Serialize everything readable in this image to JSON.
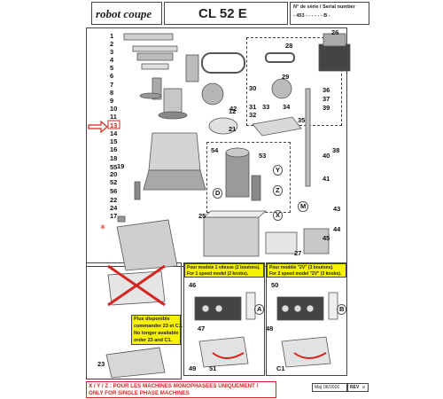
{
  "header": {
    "brand": "robot coupe",
    "model": "CL 52 E",
    "serial_title": "N° de série / Serial number",
    "serial_value": "- 453 - - - - - - B -"
  },
  "parts_left": [
    "1",
    "2",
    "3",
    "4",
    "5",
    "6",
    "7",
    "8",
    "9",
    "10",
    "11",
    "12",
    "13",
    "14",
    "15",
    "16",
    "17",
    "18",
    "19",
    "20",
    "21",
    "22",
    "23",
    "24",
    "25"
  ],
  "parts_right": [
    "26",
    "27",
    "28",
    "29",
    "30",
    "31",
    "32",
    "33",
    "34",
    "35",
    "36",
    "37",
    "38",
    "39",
    "40",
    "41",
    "42",
    "43",
    "44",
    "45",
    "46",
    "47",
    "48",
    "49",
    "50",
    "51",
    "52",
    "53",
    "54",
    "55",
    "56"
  ],
  "letters": [
    "Y",
    "Z",
    "D",
    "X",
    "M",
    "A",
    "B",
    "C1"
  ],
  "warning_box": {
    "line1": "Plus disponible",
    "line2": "commander 23 et C1.",
    "line3": "No longer available",
    "line4": "order 23 and C1."
  },
  "single_speed": {
    "fr": "Pour modèle 1 vitesse (2 boutons).",
    "en": "For 1 speed model (2 knobs)."
  },
  "two_speed": {
    "fr": "Pour modèle \"2V\" (3 boutons).",
    "en": "For 2 speed model \"2V\" (3 knobs)."
  },
  "footer": {
    "note_fr": "X / Y / Z : POUR LES MACHINES MONOPHASEES UNIQUEMENT /",
    "note_en": "ONLY FOR SINGLE PHASE MACHINES",
    "date_label": "Maj",
    "date_value": "06/2016",
    "rev_label": "REV",
    "rev_value": "a"
  },
  "colors": {
    "accent_red": "#d4261f",
    "highlight_yellow": "#f7f200"
  }
}
